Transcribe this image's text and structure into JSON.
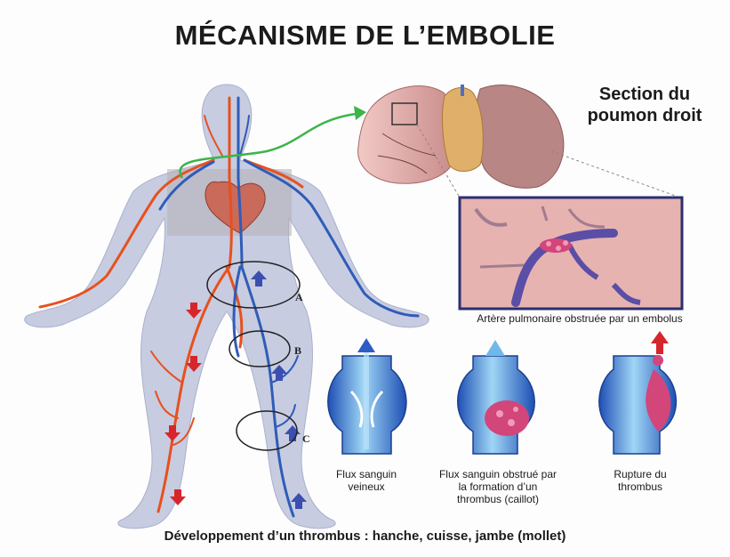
{
  "title": "MÉCANISME DE L’EMBOLIE",
  "lung_section_title": "Section du poumon droit",
  "artery_caption": "Artère pulmonaire obstruée par un embolus",
  "circle_labels": [
    "A",
    "B",
    "C"
  ],
  "vein_panels": [
    {
      "label": "Flux sanguin veineux"
    },
    {
      "label": "Flux sanguin obstrué par la formation d’un thrombus (caillot)"
    },
    {
      "label": "Rupture du thrombus"
    }
  ],
  "bottom_caption": "Développement d’un thrombus : hanche, cuisse, jambe (mollet)",
  "colors": {
    "artery": "#e8501e",
    "vein": "#2f5cb8",
    "body": "#c9cde0",
    "lung": "#e4a9a6",
    "clot": "#d2467a",
    "arrow_green": "#3cb44b",
    "arrow_red": "#d7262b",
    "arrow_blue": "#3a4fb0"
  }
}
